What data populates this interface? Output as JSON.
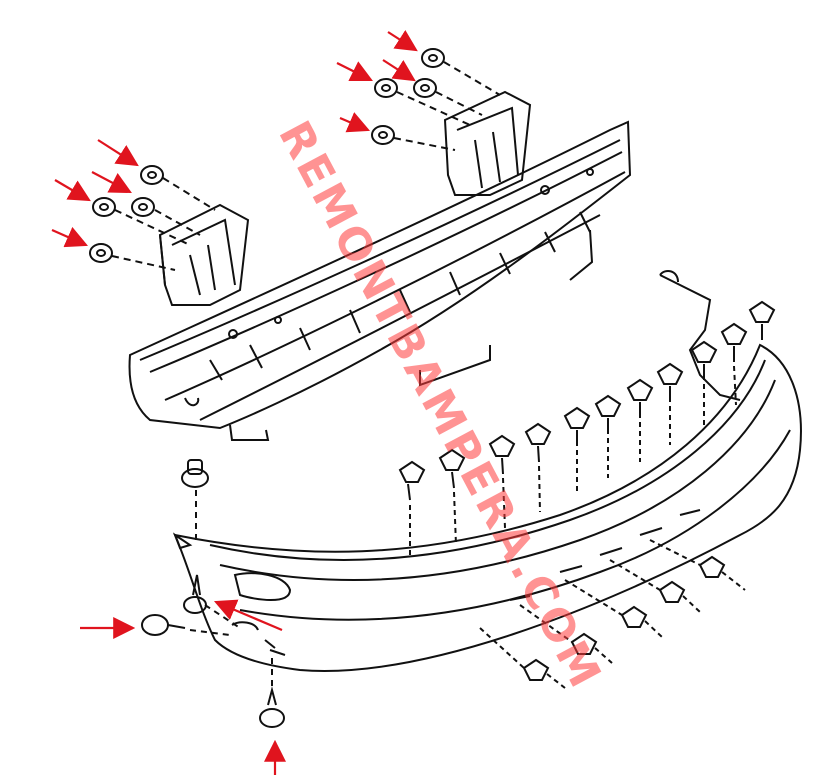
{
  "watermark": {
    "text": "REMONTBAMPERA.COM"
  },
  "colors": {
    "line": "#111111",
    "arrow": "#e0141e",
    "background": "#ffffff",
    "watermark": "#ff3b3b"
  },
  "parts": {
    "reinforcement_beam": "bumper-reinforcement",
    "left_bracket": "left-mount-bracket",
    "right_bracket": "right-mount-bracket",
    "bumper_cover": "bumper-cover",
    "fasteners": [
      "nut",
      "push-clip",
      "bolt",
      "screw"
    ]
  },
  "arrow_count": 11
}
